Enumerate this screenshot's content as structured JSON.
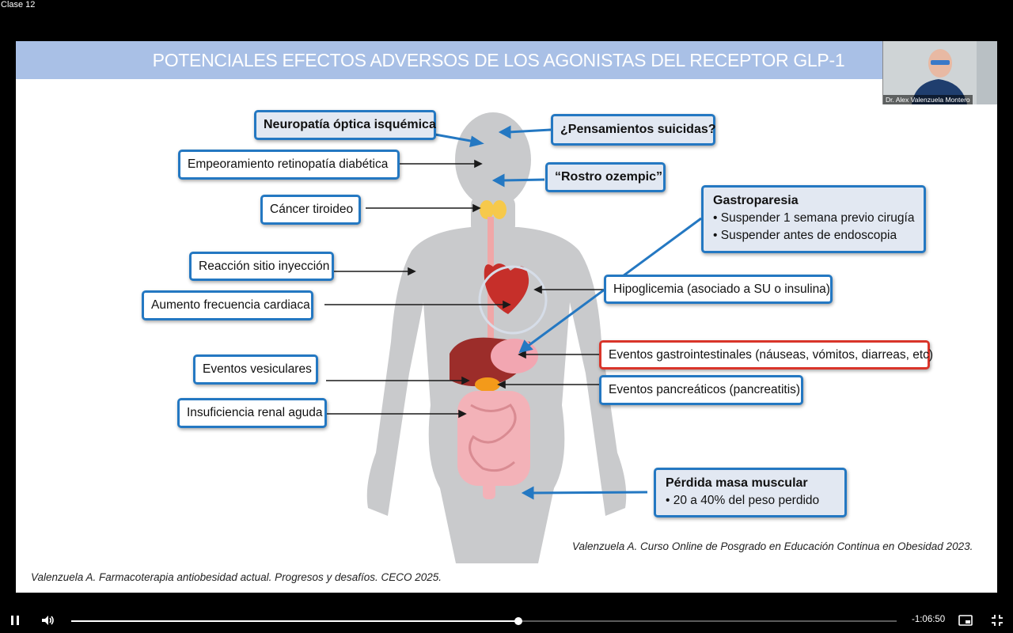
{
  "window": {
    "title": "Clase 12"
  },
  "slide": {
    "title": "POTENCIALES EFECTOS ADVERSOS DE LOS AGONISTAS DEL RECEPTOR GLP-1",
    "labels": {
      "neuropatia": "Neuropatía óptica isquémica",
      "retinopatia": "Empeoramiento retinopatía diabética",
      "tiroides": "Cáncer tiroideo",
      "inyeccion": "Reacción sitio inyección",
      "frecuencia": "Aumento frecuencia cardiaca",
      "vesiculares": "Eventos vesiculares",
      "renal": "Insuficiencia renal aguda",
      "suicidas": "¿Pensamientos suicidas?",
      "ozempic": "“Rostro ozempic”",
      "gastroparesia_title": "Gastroparesia",
      "gastroparesia_b1": "•  Suspender 1 semana previo cirugía",
      "gastroparesia_b2": "•  Suspender antes de endoscopia",
      "hipoglicemia": "Hipoglicemia (asociado a SU o insulina)",
      "gastrointestinales": "Eventos gastrointestinales (náuseas, vómitos, diarreas, etc)",
      "pancreaticos": "Eventos pancreáticos (pancreatitis)",
      "muscular_title": "Pérdida masa muscular",
      "muscular_b1": "•  20 a 40% del peso perdido"
    },
    "citation_course": "Valenzuela A. Curso Online de Posgrado en Educación Continua en Obesidad 2023.",
    "citation_pharma": "Valenzuela A. Farmacoterapia antiobesidad actual. Progresos y desafíos. CECO 2025."
  },
  "webcam": {
    "name": "Dr. Alex Valenzuela Montero"
  },
  "player": {
    "time_remaining": "-1:06:50",
    "progress": 0.542,
    "icons": [
      "pause-icon",
      "volume-icon",
      "picture-in-picture-icon",
      "exit-fullscreen-icon"
    ]
  },
  "colors": {
    "accent": "#2478c2",
    "alert": "#d9352a",
    "header": "#a9c0e6"
  }
}
